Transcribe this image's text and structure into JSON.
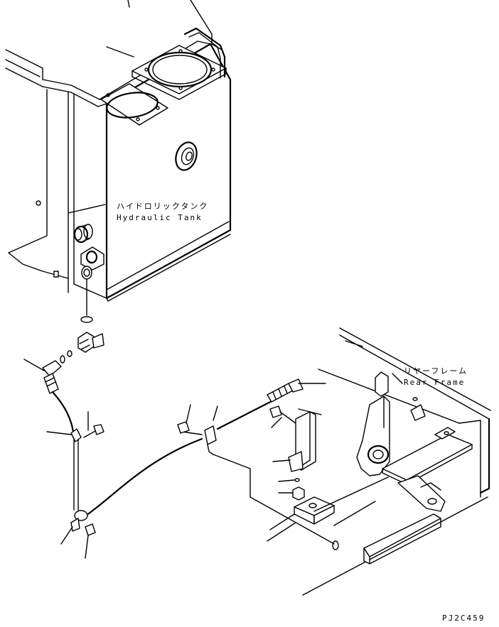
{
  "labels": {
    "hydraulic_tank_jp": "ハイドロリックタンク",
    "hydraulic_tank_en": "Hydraulic Tank",
    "rear_frame_jp": "リヤーフレーム",
    "rear_frame_en": "Rear Frame",
    "drawing_code": "PJ2C459"
  }
}
